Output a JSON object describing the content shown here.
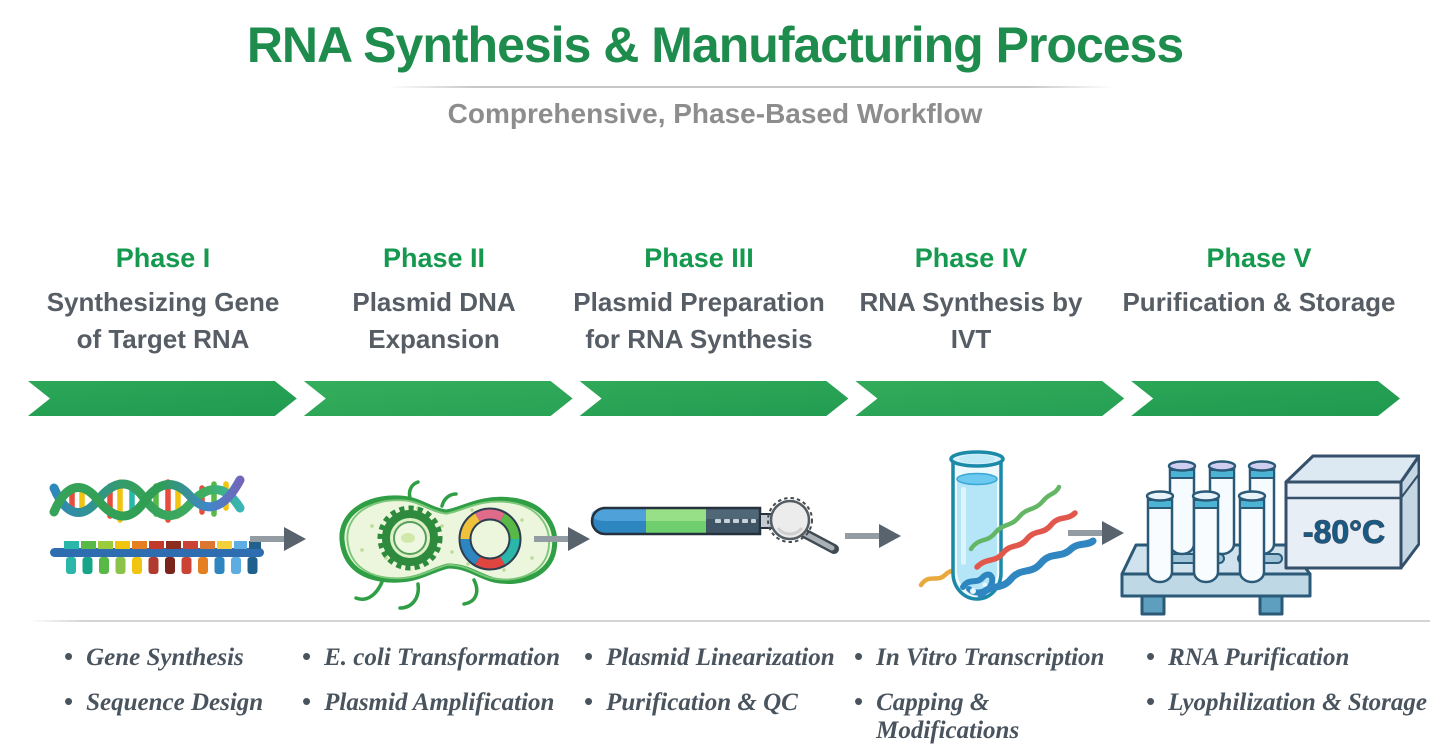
{
  "header": {
    "title": "RNA Synthesis & Manufacturing Process",
    "subtitle": "Comprehensive, Phase-Based Workflow"
  },
  "ui": {
    "bullet_char": "•"
  },
  "colors": {
    "title_green": "#1e8c4c",
    "phase_label_green": "#14994f",
    "phase_name_gray": "#575d65",
    "subtitle_gray": "#8d8d8d",
    "band_green": "#2aa455",
    "bullet_gray": "#4a545e",
    "flow_arrow_gray": "#59636d"
  },
  "phases": [
    {
      "label": "Phase I",
      "name": "Synthesizing Gene of Target RNA",
      "illustration": "dna-double-helix-and-gene-sequence-bar",
      "bullets": [
        "Gene Synthesis",
        "Sequence Design"
      ]
    },
    {
      "label": "Phase II",
      "name": "Plasmid DNA Expansion",
      "illustration": "e-coli-cell-with-plasmids",
      "bullets": [
        "E. coli Transformation",
        "Plasmid Amplification"
      ]
    },
    {
      "label": "Phase III",
      "name": "Plasmid Preparation for RNA Synthesis",
      "illustration": "linearized-plasmid-with-restriction-cutter",
      "bullets": [
        "Plasmid Linearization",
        "Purification & QC"
      ]
    },
    {
      "label": "Phase IV",
      "name": "RNA Synthesis by IVT",
      "illustration": "test-tube-with-rna-strands",
      "bullets": [
        "In Vitro Transcription",
        "Capping & Modifications"
      ]
    },
    {
      "label": "Phase V",
      "name": "Purification & Storage",
      "illustration": "tube-rack-and-minus-80C-freezer-box",
      "freezer_label": "-80°C",
      "bullets": [
        "RNA Purification",
        "Lyophilization & Storage"
      ]
    }
  ]
}
